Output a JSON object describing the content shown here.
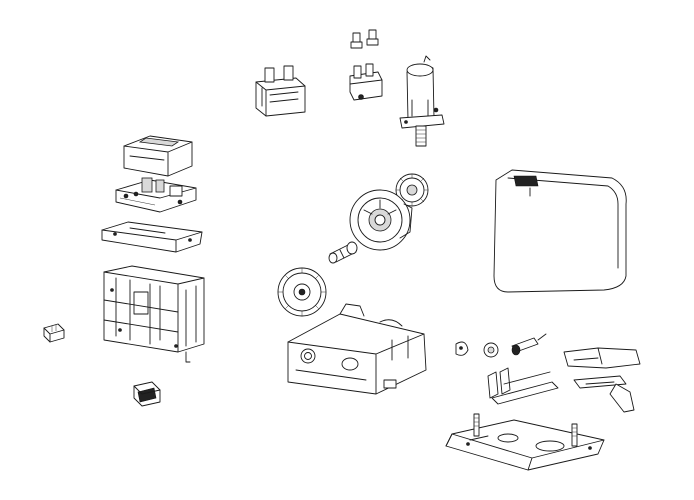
{
  "diagram": {
    "type": "exploded-parts-view",
    "colors": {
      "line": "#1a1a1a",
      "background": "#ffffff",
      "shade": "#d9d9d9"
    },
    "parts": [
      {
        "id": "transformer",
        "icon": "transformer-icon"
      },
      {
        "id": "terminal-pins",
        "icon": "pin-icon"
      },
      {
        "id": "limit-switch",
        "icon": "switch-icon"
      },
      {
        "id": "motor",
        "icon": "motor-icon"
      },
      {
        "id": "control-board-cover",
        "icon": "cover-icon"
      },
      {
        "id": "control-board",
        "icon": "circuit-board-icon"
      },
      {
        "id": "board-bracket",
        "icon": "bracket-icon"
      },
      {
        "id": "frame",
        "icon": "frame-icon"
      },
      {
        "id": "cable-gland",
        "icon": "gland-icon"
      },
      {
        "id": "small-connector",
        "icon": "connector-icon"
      },
      {
        "id": "pinion-gear",
        "icon": "gear-icon"
      },
      {
        "id": "worm-wheel",
        "icon": "gear-icon"
      },
      {
        "id": "output-shaft",
        "icon": "shaft-icon"
      },
      {
        "id": "large-gear",
        "icon": "gear-icon"
      },
      {
        "id": "gearbox-housing",
        "icon": "housing-icon"
      },
      {
        "id": "cover",
        "icon": "cover-icon"
      },
      {
        "id": "cam",
        "icon": "cam-icon"
      },
      {
        "id": "bushing",
        "icon": "bushing-icon"
      },
      {
        "id": "release-pin",
        "icon": "pin-icon"
      },
      {
        "id": "release-lever",
        "icon": "lever-icon"
      },
      {
        "id": "limit-bracket-left",
        "icon": "bracket-icon"
      },
      {
        "id": "limit-bracket-right",
        "icon": "bracket-icon"
      },
      {
        "id": "base-plate",
        "icon": "plate-icon"
      }
    ]
  }
}
